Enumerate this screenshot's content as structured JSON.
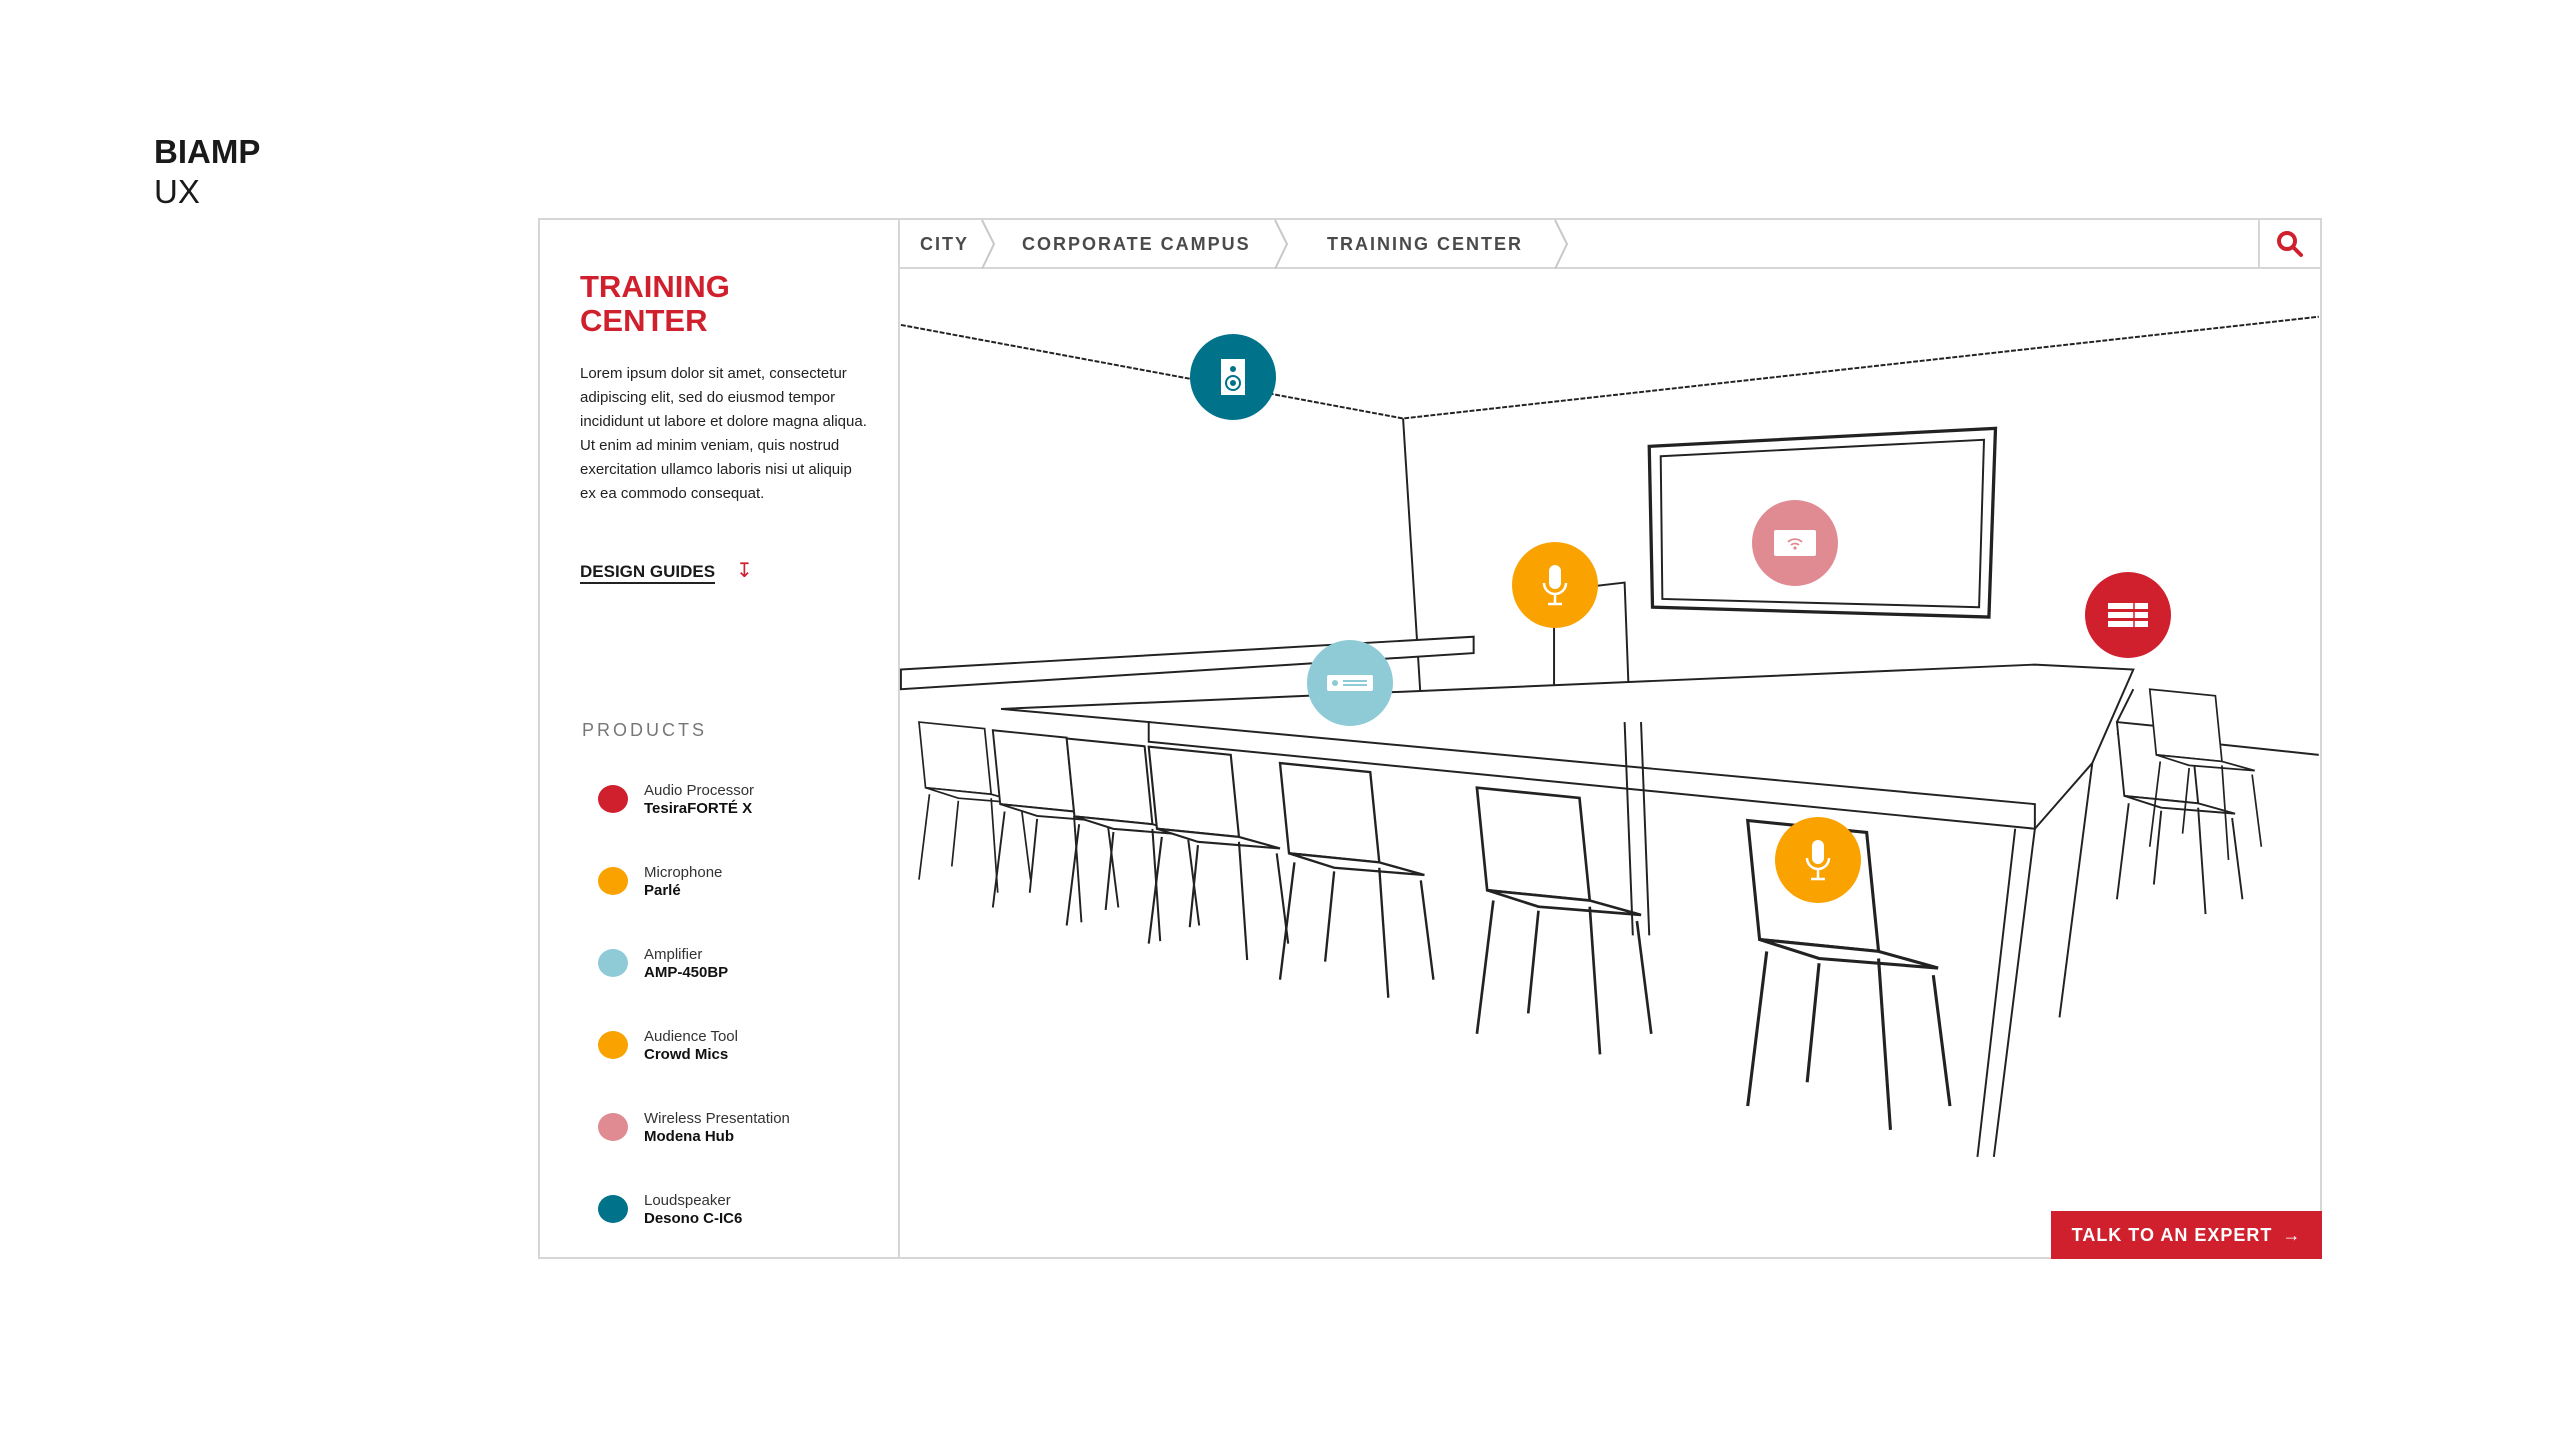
{
  "brand": {
    "name": "BIAMP",
    "sub": "UX"
  },
  "sidebar": {
    "title": "TRAINING CENTER",
    "description": "Lorem ipsum dolor sit amet, consectetur adipiscing elit, sed do eiusmod tempor incididunt ut labore et dolore magna aliqua. Ut enim ad minim veniam, quis nostrud exercitation ullamco laboris nisi ut aliquip ex ea commodo consequat.",
    "design_guides": "DESIGN GUIDES",
    "products_heading": "PRODUCTS",
    "products": [
      {
        "category": "Audio Processor",
        "model": "TesiraFORTÉ X",
        "color": "#d0202e"
      },
      {
        "category": "Microphone",
        "model": "Parlé",
        "color": "#f9a200"
      },
      {
        "category": "Amplifier",
        "model": "AMP-450BP",
        "color": "#8ecbd6"
      },
      {
        "category": "Audience Tool",
        "model": "Crowd Mics",
        "color": "#f9a200"
      },
      {
        "category": "Wireless Presentation",
        "model": "Modena Hub",
        "color": "#e08a92"
      },
      {
        "category": "Loudspeaker",
        "model": "Desono C-IC6",
        "color": "#00728a"
      }
    ]
  },
  "breadcrumb": [
    "CITY",
    "CORPORATE CAMPUS",
    "TRAINING CENTER"
  ],
  "cta": {
    "label": "TALK TO AN EXPERT"
  },
  "colors": {
    "accent": "#d0202e",
    "border": "#d6d6d6"
  }
}
